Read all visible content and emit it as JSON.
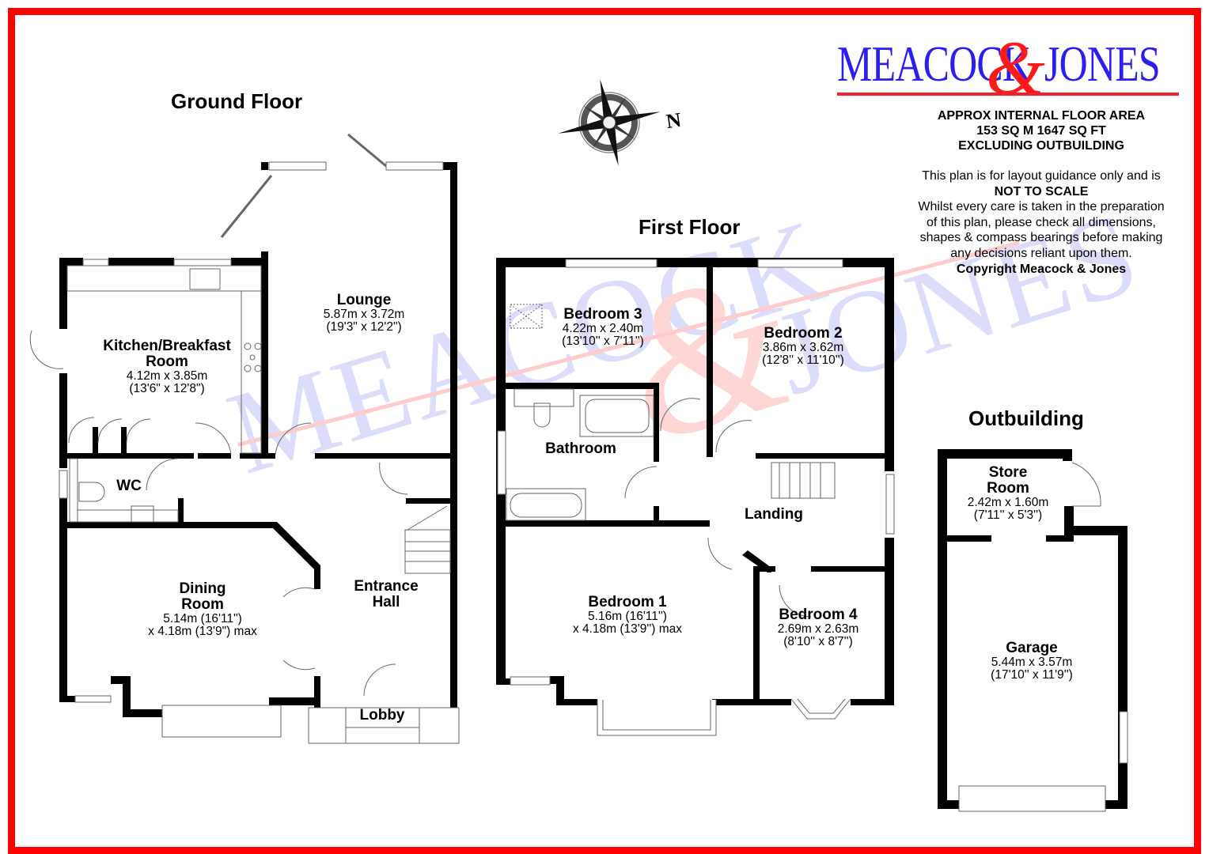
{
  "brand": {
    "word1": "MEACOCK",
    "ampersand": "&",
    "word2": "JONES",
    "blue": "#2a1ef0",
    "red": "#ff1a1a"
  },
  "info": {
    "area_line1": "APPROX INTERNAL FLOOR AREA",
    "area_line2": "153 SQ M 1647 SQ FT",
    "area_line3": "EXCLUDING OUTBUILDING",
    "disclaimer_line1": "This plan is for layout guidance only and is",
    "disclaimer_bold": "NOT TO SCALE",
    "disclaimer_line2": "Whilst every care is taken in the preparation",
    "disclaimer_line3": "of this plan, please check all dimensions,",
    "disclaimer_line4": "shapes & compass bearings before making",
    "disclaimer_line5": "any decisions reliant upon them.",
    "copyright": "Copyright Meacock & Jones"
  },
  "compass": {
    "icon": "compass-rose-icon",
    "north_label": "N"
  },
  "watermark": {
    "text1": "MEACOCK",
    "amp": "&",
    "text2": "JONES"
  },
  "colors": {
    "border": "#ff0000",
    "wall": "#000000",
    "watermark_blue": "#d8d8fa",
    "watermark_red": "#ffd0d0"
  },
  "floors": {
    "ground": {
      "title": "Ground Floor",
      "rooms": [
        {
          "name": "Lounge",
          "dim1": "5.87m x 3.72m",
          "dim2": "(19'3\" x 12'2\")"
        },
        {
          "name": "Kitchen/Breakfast",
          "name2": "Room",
          "dim1": "4.12m x 3.85m",
          "dim2": "(13'6\" x 12'8\")"
        },
        {
          "name": "WC"
        },
        {
          "name": "Dining",
          "name2": "Room",
          "dim1": "5.14m (16'11\")",
          "dim2": "x 4.18m (13'9\") max"
        },
        {
          "name": "Entrance",
          "name2": "Hall"
        },
        {
          "name": "Lobby"
        }
      ]
    },
    "first": {
      "title": "First Floor",
      "rooms": [
        {
          "name": "Bedroom 3",
          "dim1": "4.22m x 2.40m",
          "dim2": "(13'10'' x 7'11'')"
        },
        {
          "name": "Bedroom 2",
          "dim1": "3.86m x 3.62m",
          "dim2": "(12'8'' x 11'10'')"
        },
        {
          "name": "Bathroom"
        },
        {
          "name": "Landing"
        },
        {
          "name": "Bedroom 1",
          "dim1": "5.16m (16'11'')",
          "dim2": "x 4.18m (13'9'') max"
        },
        {
          "name": "Bedroom 4",
          "dim1": "2.69m x 2.63m",
          "dim2": "(8'10'' x 8'7'')"
        }
      ]
    },
    "outbuilding": {
      "title": "Outbuilding",
      "rooms": [
        {
          "name": "Store",
          "name2": "Room",
          "dim1": "2.42m x 1.60m",
          "dim2": "(7'11'' x 5'3'')"
        },
        {
          "name": "Garage",
          "dim1": "5.44m x 3.57m",
          "dim2": "(17'10'' x 11'9'')"
        }
      ]
    }
  }
}
